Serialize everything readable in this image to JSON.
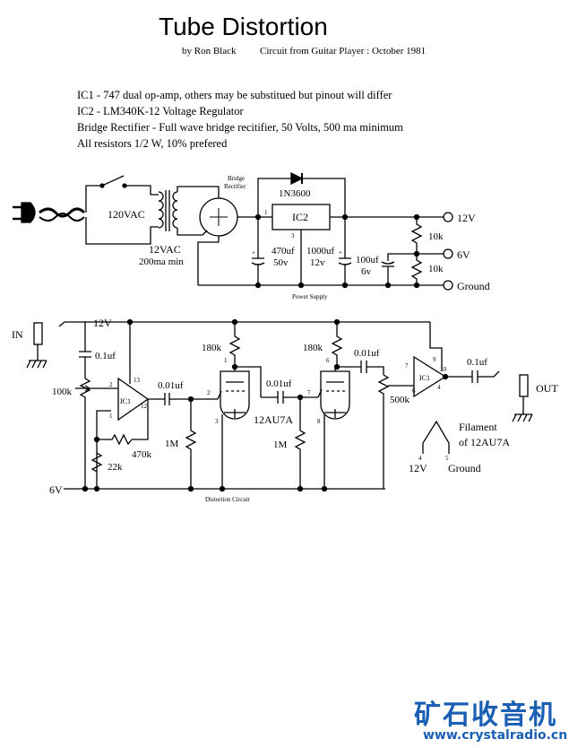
{
  "header": {
    "title": "Tube Distortion",
    "author": "by Ron Black",
    "source": "Circuit from Guitar Player : October 1981"
  },
  "notes": [
    "IC1 - 747 dual op-amp, others may be substitued but pinout will differ",
    "IC2 - LM340K-12 Voltage Regulator",
    "Bridge Rectifier - Full wave bridge recitifier, 50 Volts, 500 ma minimum",
    "All resistors 1/2 W, 10% prefered"
  ],
  "power_supply": {
    "label": "Power Supply",
    "mains": "120VAC",
    "secondary": "12VAC",
    "secondary_current": "200ma min",
    "bridge_line1": "Bridge",
    "bridge_line2": "Rectifier",
    "diode": "1N3600",
    "regulator": "IC2",
    "pin1": "1",
    "pin3": "3",
    "c1_value": "470uf",
    "c1_voltage": "50v",
    "c2_value": "1000uf",
    "c2_voltage": "12v",
    "c3_value": "100uf",
    "c3_voltage": "6v",
    "r_top": "10k",
    "r_bottom": "10k",
    "out_12v": "12V",
    "out_6v": "6V",
    "out_ground": "Ground",
    "plus": "+"
  },
  "distortion": {
    "label": "Distortion Circuit",
    "in": "IN",
    "out": "OUT",
    "rail_12v": "12V",
    "rail_6v": "6V",
    "c_in": "0.1uf",
    "pot_in": "100k",
    "ic1a": "IC1",
    "ic1b": "IC1",
    "pin2": "2",
    "pin13": "13",
    "pin1": "1",
    "pin12": "12",
    "r_fb": "470k",
    "r_22k": "22k",
    "c_a": "0.01uf",
    "r_1m_a": "1M",
    "r_180k_a": "180k",
    "tube_a_pin_plate": "1",
    "tube_a_pin_grid": "2",
    "tube_a_pin_cath": "3",
    "c_b": "0.01uf",
    "tube": "12AU7A",
    "r_1m_b": "1M",
    "r_180k_b": "180k",
    "tube_b_pin_plate": "6",
    "tube_b_pin_grid": "7",
    "tube_b_pin_cath": "8",
    "c_c": "0.01uf",
    "pot_out": "500k",
    "pin7": "7",
    "pin9": "9",
    "pin10": "10",
    "pin6": "6",
    "pin4": "4",
    "c_out": "0.1uf",
    "filament_line1": "Filament",
    "filament_line2": "of 12AU7A",
    "fil_pin4": "4",
    "fil_pin5": "5",
    "fil_12v": "12V",
    "fil_ground": "Ground"
  },
  "watermark": {
    "cn": "矿石收音机",
    "url": "www.crystalradio.cn"
  },
  "colors": {
    "ink": "#000000",
    "watermark": "#1a5fb4"
  }
}
